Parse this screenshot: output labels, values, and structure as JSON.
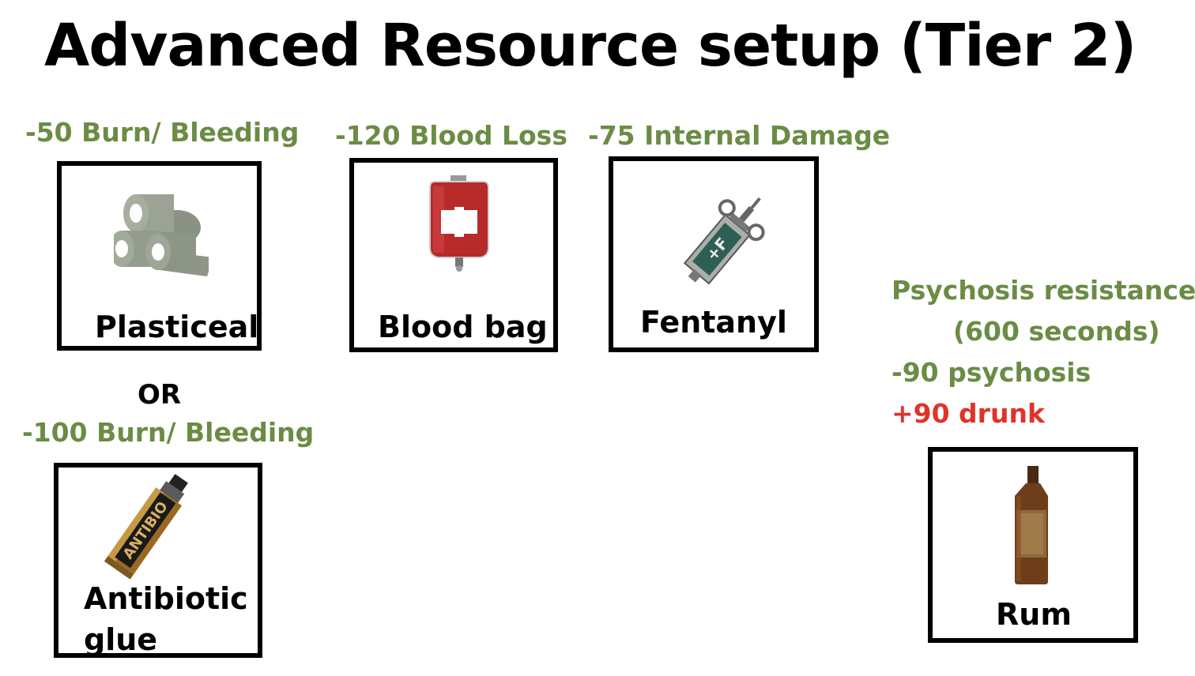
{
  "slide": {
    "title": "Advanced Resource setup (Tier 2)"
  },
  "items": {
    "plasticeal": {
      "effect": "-50 Burn/ Bleeding",
      "label": "Plasticeal",
      "icon": "bandage-rolls-icon"
    },
    "or_text": "OR",
    "antibiotic": {
      "effect": "-100 Burn/ Bleeding",
      "label_line1": "Antibiotic",
      "label_line2": "glue",
      "icon": "glue-tube-icon",
      "tube_text": "ANTIBIO"
    },
    "blood_bag": {
      "effect": "-120 Blood Loss",
      "label": "Blood bag",
      "icon": "blood-bag-icon"
    },
    "fentanyl": {
      "effect": "-75 Internal Damage",
      "label": "Fentanyl",
      "icon": "syringe-icon",
      "tag_text": "+F"
    },
    "rum": {
      "effect_line1": "Psychosis resistance",
      "effect_line2": "(600 seconds)",
      "effect_line3": "-90 psychosis",
      "effect_line4": "+90 drunk",
      "label": "Rum",
      "icon": "rum-bottle-icon"
    }
  },
  "colors": {
    "positive": "#6a8c44",
    "negative": "#e03328"
  }
}
